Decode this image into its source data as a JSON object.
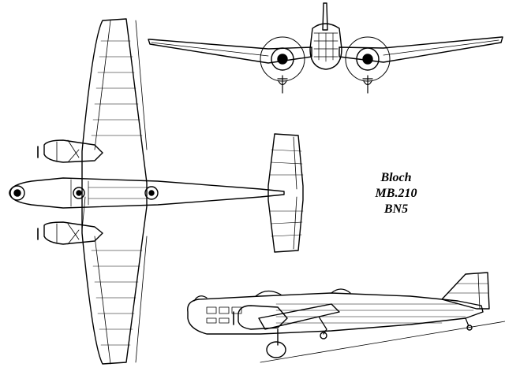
{
  "caption": {
    "maker": "Bloch",
    "model": "MB.210",
    "variant": "BN5"
  },
  "colors": {
    "ink": "#000000",
    "paper": "#ffffff"
  }
}
